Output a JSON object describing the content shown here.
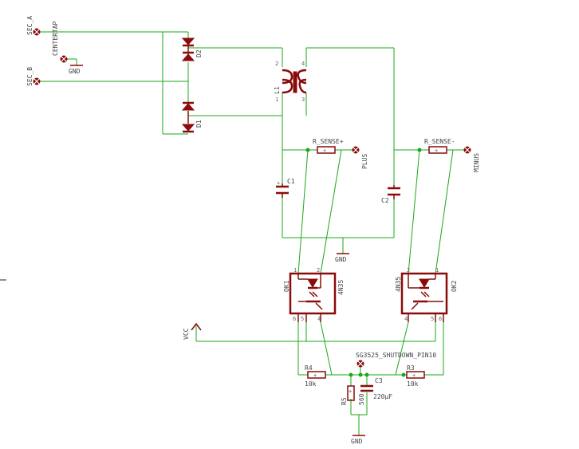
{
  "title": "",
  "labels": {
    "sec_a": "SEC_A",
    "centertap": "CENTERTAP",
    "sec_b": "SEC_B",
    "gnd_top": "GND",
    "d2": "D2",
    "d1": "D1",
    "l1": "L1",
    "l1_pin1": "1",
    "l1_pin2": "2",
    "l1_pin3": "3",
    "l1_pin4": "4",
    "c1": "C1",
    "c2": "C2",
    "r_sense_plus": "R_SENSE+",
    "plus": "PLUS",
    "r_sense_minus": "R_SENSE-",
    "minus": "MINUS",
    "gnd_mid": "GND",
    "ok1": "OK1",
    "ok1_part": "4N35",
    "ok2": "OK2",
    "ok2_part": "4N35",
    "ok_pin1": "1",
    "ok_pin2": "2",
    "ok_pin4": "4",
    "ok_pin5": "5",
    "ok_pin6": "6",
    "vcc": "VCC",
    "shutdown": "SG3525_SHUTDOWN_PIN10",
    "r4": "R4",
    "r4_val": "10k",
    "r3": "R3",
    "r3_val": "10k",
    "r5": "R5",
    "r5_val": "560",
    "c3": "C3",
    "c3_val": "220µF",
    "gnd_bottom": "GND"
  },
  "colors": {
    "wire": "#1aa81a",
    "part": "#8b0a0a",
    "text": "#444444"
  }
}
